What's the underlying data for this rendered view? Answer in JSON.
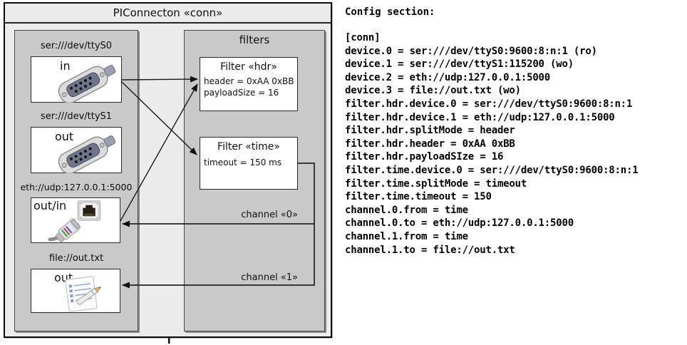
{
  "colors": {
    "page_bg": "#ffffff",
    "outer_box_fill": "#ececec",
    "panel_fill": "#c9c9c9",
    "box_fill": "#ffffff",
    "line_color": "#1a1a1a",
    "text_color": "#000000"
  },
  "diagram": {
    "title": "PIConnecton «conn»",
    "devices_panel": {
      "devices": [
        {
          "uri": "ser:///dev/ttyS0",
          "direction": "in",
          "icon": "serial-connector-icon"
        },
        {
          "uri": "ser:///dev/ttyS1",
          "direction": "out",
          "icon": "serial-connector-icon"
        },
        {
          "uri": "eth://udp:127.0.0.1:5000",
          "direction": "out/in",
          "icon": "ethernet-icon"
        },
        {
          "uri": "file://out.txt",
          "direction": "out",
          "icon": "notepad-icon"
        }
      ]
    },
    "filters_panel": {
      "title": "filters",
      "filters": [
        {
          "title": "Filter «hdr»",
          "attributes": [
            "header = 0xAA 0xBB",
            "payloadSize = 16"
          ]
        },
        {
          "title": "Filter «time»",
          "attributes": [
            "timeout = 150 ms"
          ]
        }
      ]
    },
    "channels": [
      {
        "label": "channel «0»",
        "from": "Filter «time»",
        "to": "eth://udp:127.0.0.1:5000"
      },
      {
        "label": "channel «1»",
        "from": "Filter «time»",
        "to": "file://out.txt"
      }
    ]
  },
  "config": {
    "heading": "Config section:",
    "lines": [
      "[conn]",
      "device.0 = ser:///dev/ttyS0:9600:8:n:1 (ro)",
      "device.1 = ser:///dev/ttyS1:115200 (wo)",
      "device.2 = eth://udp:127.0.0.1:5000",
      "device.3 = file://out.txt (wo)",
      "filter.hdr.device.0 = ser:///dev/ttyS0:9600:8:n:1",
      "filter.hdr.device.1 = eth://udp:127.0.0.1:5000",
      "filter.hdr.splitMode = header",
      "filter.hdr.header = 0xAA 0xBB",
      "filter.hdr.payloadSIze = 16",
      "filter.time.device.0 = ser:///dev/ttyS0:9600:8:n:1",
      "filter.time.splitMode = timeout",
      "filter.time.timeout = 150",
      "channel.0.from = time",
      "channel.0.to = eth://udp:127.0.0.1:5000",
      "channel.1.from = time",
      "channel.1.to = file://out.txt"
    ]
  }
}
